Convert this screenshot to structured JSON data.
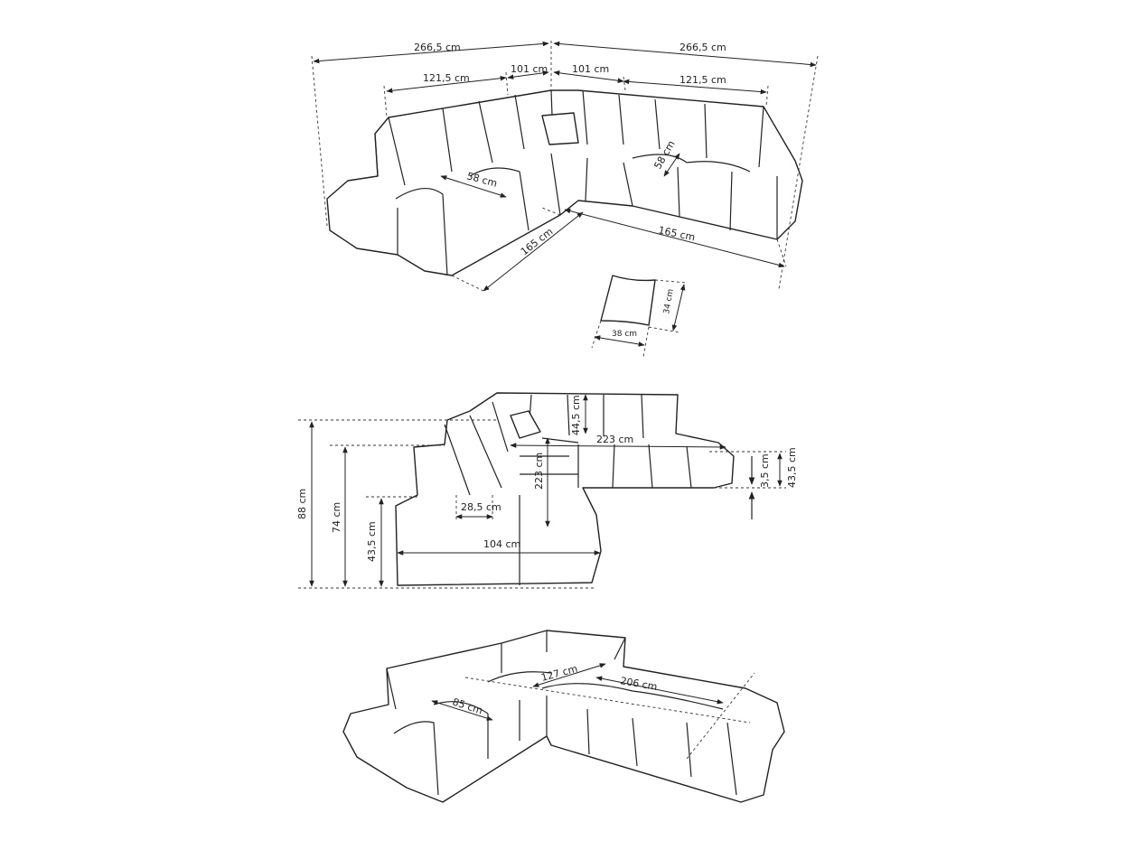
{
  "top_view": {
    "width_left": "266,5 cm",
    "width_right": "266,5 cm",
    "back_left": "121,5 cm",
    "corner_left": "101 cm",
    "corner_right": "101 cm",
    "back_right": "121,5 cm",
    "seat_depth_left": "58 cm",
    "seat_depth_right": "58 cm",
    "length_left": "165 cm",
    "length_right": "165 cm"
  },
  "pillow": {
    "height": "34 cm",
    "width": "38 cm"
  },
  "side_view": {
    "total_height": "88 cm",
    "back_height": "74 cm",
    "seat_height_left": "43,5 cm",
    "back_cushion": "44,5 cm",
    "depth_horizontal": "223 cm",
    "depth_vertical": "223 cm",
    "armrest": "28,5 cm",
    "chaise_width": "104 cm",
    "leg_height": "3,5 cm",
    "seat_height_right": "43,5 cm"
  },
  "bed_view": {
    "sleep_depth": "127 cm",
    "sleep_length": "206 cm",
    "chaise_depth": "85 cm"
  }
}
